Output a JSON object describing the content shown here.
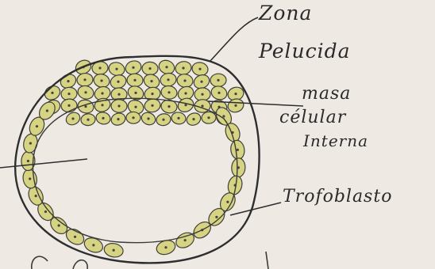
{
  "labels": {
    "zona_line1": "Zona",
    "zona_line2": "Pelucida",
    "masa_line1": "masa",
    "masa_line2": "célular",
    "masa_line3": "Interna",
    "trofoblasto": "Trofoblasto"
  },
  "colors": {
    "paper": "#eeeae3",
    "ink": "#2e2e30",
    "cell_fill": "#d6d482",
    "cell_outline": "#3e3e3a",
    "cavity": "#f3f1ec"
  }
}
